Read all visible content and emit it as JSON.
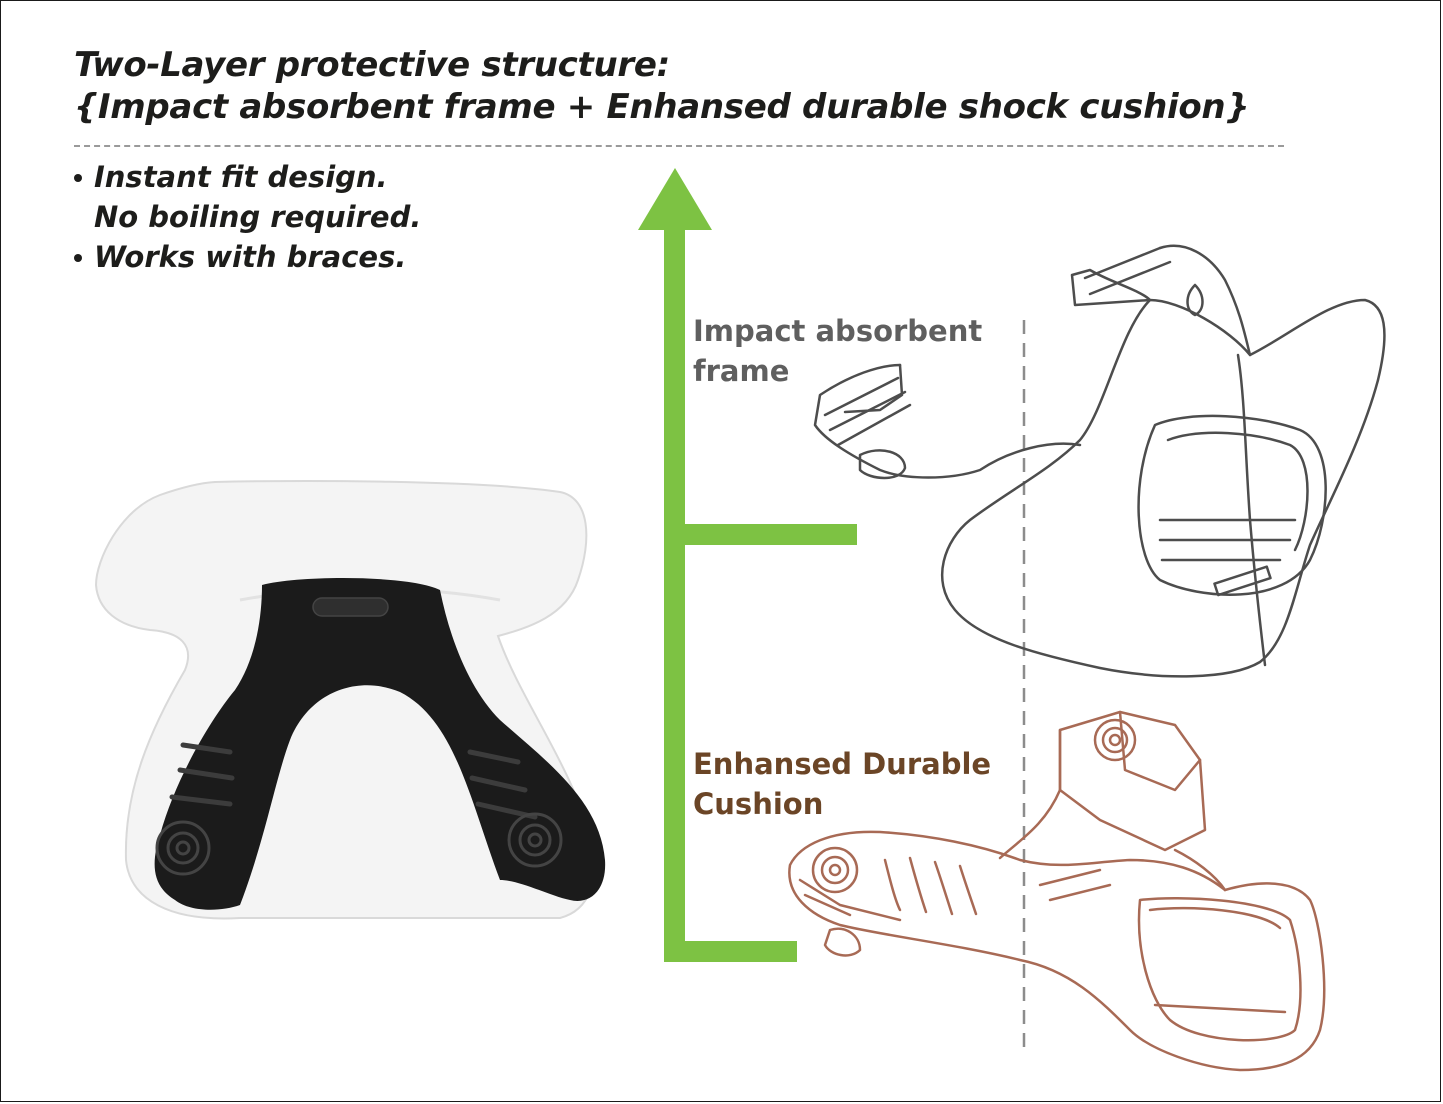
{
  "headline": {
    "line1": "Two-Layer protective structure:",
    "line2": "{Impact absorbent frame + Enhansed durable shock cushion}"
  },
  "bullets": [
    {
      "lines": [
        "Instant fit design.",
        "No boiling required."
      ]
    },
    {
      "lines": [
        "Works with braces."
      ]
    }
  ],
  "labels": {
    "frame": {
      "line1": "Impact absorbent",
      "line2": "frame",
      "color": "#5f5f5f"
    },
    "cushion": {
      "line1": "Enhansed Durable",
      "line2": "Cushion",
      "color": "#6b4526"
    }
  },
  "colors": {
    "arrow": "#7dc243",
    "frame_outline": "#4d4d4d",
    "cushion_outline": "#a86a55",
    "guard_shell": "#f4f4f4",
    "guard_core": "#1b1b1b"
  },
  "icons": {
    "arrow": "up-arrow-icon",
    "photo": "mouthguard-photo",
    "frame_drawing": "frame-line-drawing",
    "cushion_drawing": "cushion-line-drawing"
  }
}
